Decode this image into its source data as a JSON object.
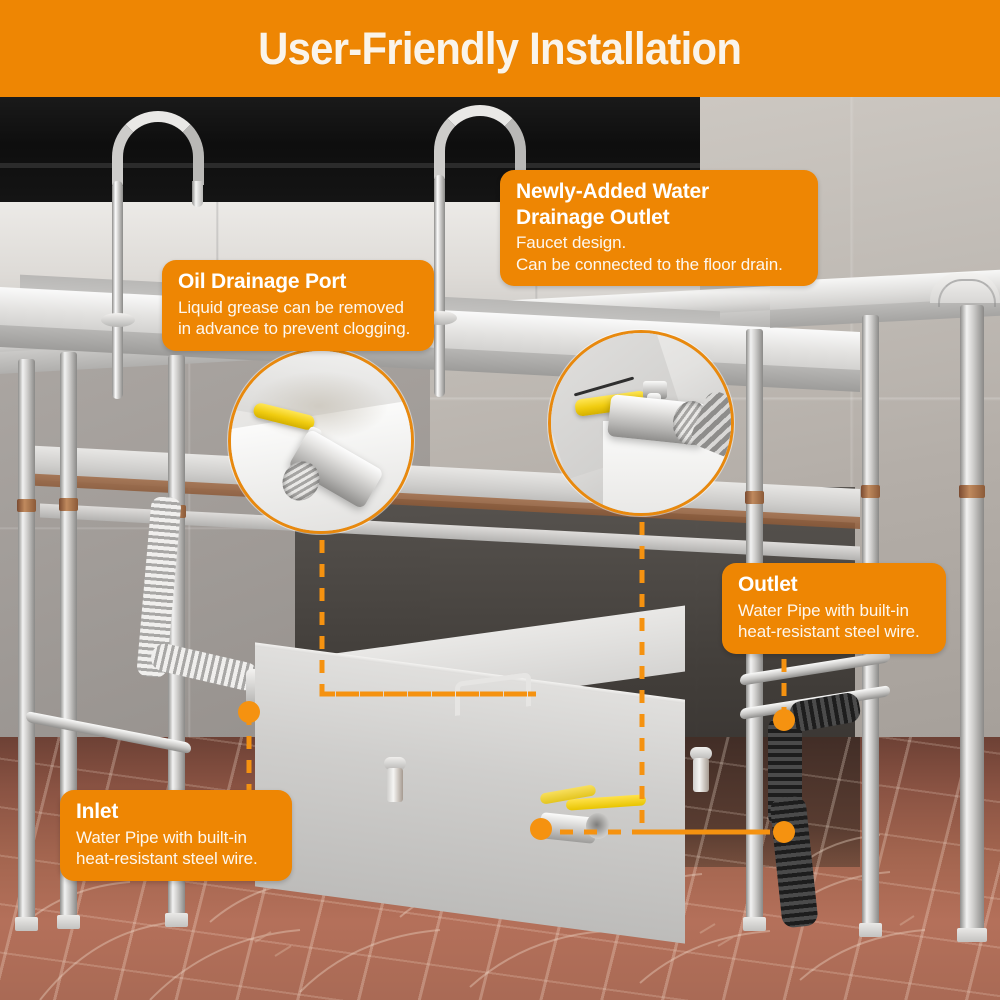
{
  "header": {
    "title": "User-Friendly Installation",
    "background_color": "#ee8603",
    "text_color": "#faf4ea"
  },
  "theme": {
    "accent_orange": "#ee8603",
    "dot_orange": "#f59210",
    "magnifier_border": "#e8890e",
    "valve_handle_yellow": "#f0cc10",
    "callout_text": "#ffffff"
  },
  "callouts": [
    {
      "id": "oil-drainage-port",
      "title": "Oil Drainage Port",
      "body_lines": [
        "Liquid grease can be removed",
        "in advance to prevent clogging."
      ]
    },
    {
      "id": "newly-added-water-drainage-outlet",
      "title_lines": [
        "Newly-Added Water",
        "Drainage Outlet"
      ],
      "title": "Newly-Added Water Drainage Outlet",
      "body_lines": [
        "Faucet design.",
        "Can be connected to the floor drain."
      ]
    },
    {
      "id": "outlet",
      "title": "Outlet",
      "body_lines": [
        "Water Pipe with built-in",
        "heat-resistant steel wire."
      ]
    },
    {
      "id": "inlet",
      "title": "Inlet",
      "body_lines": [
        "Water Pipe with built-in",
        "heat-resistant steel wire."
      ]
    }
  ],
  "magnifiers": [
    {
      "id": "oil-drainage-valve-zoom",
      "label": "ball valve with yellow handle, threaded outlet"
    },
    {
      "id": "water-drainage-valve-zoom",
      "label": "ball valve with yellow handle connected to flexible hose"
    }
  ],
  "scene": {
    "product": "Commercial stainless steel sink with grease trap",
    "parts": [
      "gooseneck-faucet-left",
      "gooseneck-faucet-right",
      "double-sink-basin",
      "stainless-work-table",
      "grease-trap-box",
      "inlet-flexible-hose",
      "outlet-black-hose",
      "drain-valve"
    ]
  }
}
